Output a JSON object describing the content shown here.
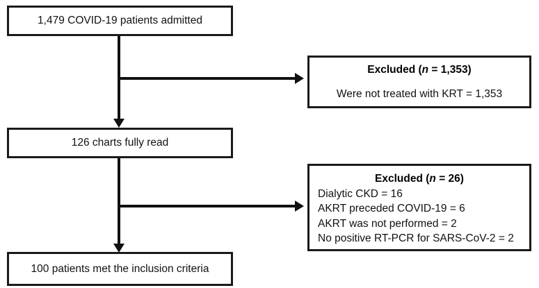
{
  "figure": {
    "type": "flowchart",
    "orientation": "top-to-bottom-with-right-exclusions",
    "background_color": "#ffffff",
    "line_color": "#111111"
  },
  "nodes": {
    "admitted": {
      "label": "1,479 COVID-19 patients admitted"
    },
    "charts_read": {
      "label": "126 charts fully read"
    },
    "included": {
      "label": "100 patients met the inclusion criteria"
    },
    "excluded_1": {
      "title_prefix": "Excluded (",
      "title_n": "n",
      "title_suffix": " = 1,353)",
      "detail": "Were not treated with KRT = 1,353"
    },
    "excluded_2": {
      "title_prefix": "Excluded (",
      "title_n": "n",
      "title_suffix": " = 26)",
      "items": [
        "Dialytic CKD = 16",
        "AKRT preceded COVID-19 = 6",
        "AKRT was not performed = 2",
        "No positive RT-PCR for SARS-CoV-2 = 2"
      ]
    }
  }
}
